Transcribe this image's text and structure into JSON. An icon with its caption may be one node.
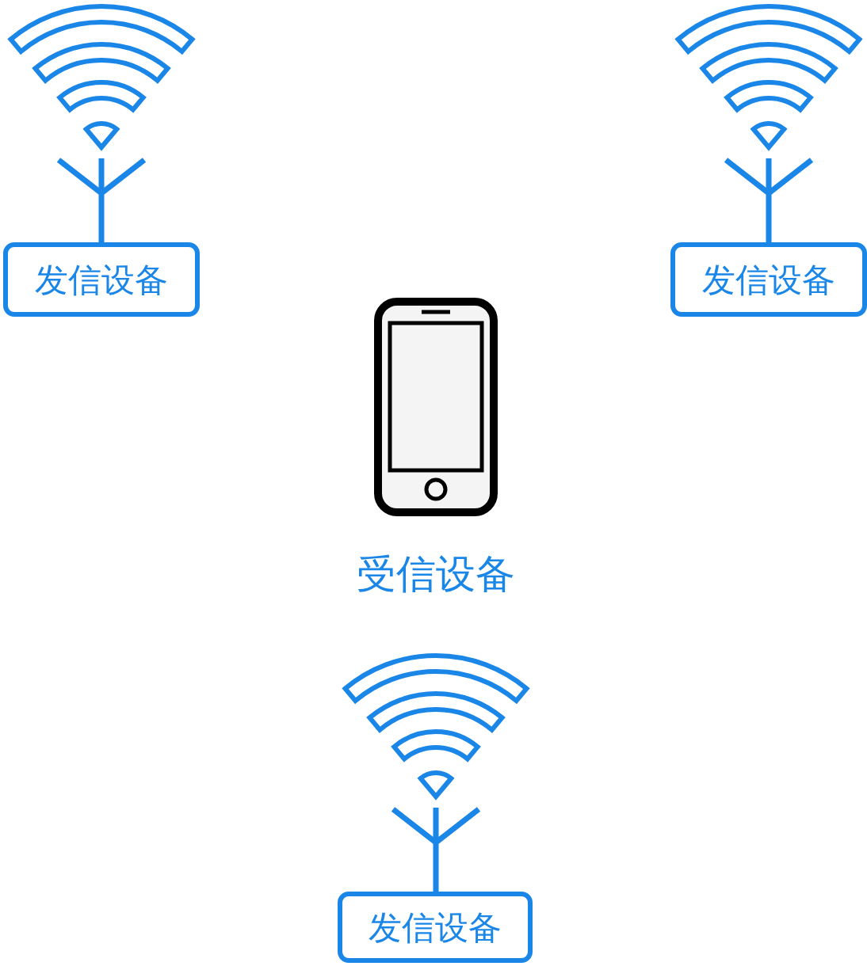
{
  "diagram": {
    "nodes": [
      {
        "text": [
          "发信设备"
        ]
      },
      {
        "text": [
          "发信设备"
        ]
      },
      {
        "text": [
          "受信设备"
        ]
      },
      {
        "text": [
          "发信设备"
        ]
      }
    ]
  }
}
